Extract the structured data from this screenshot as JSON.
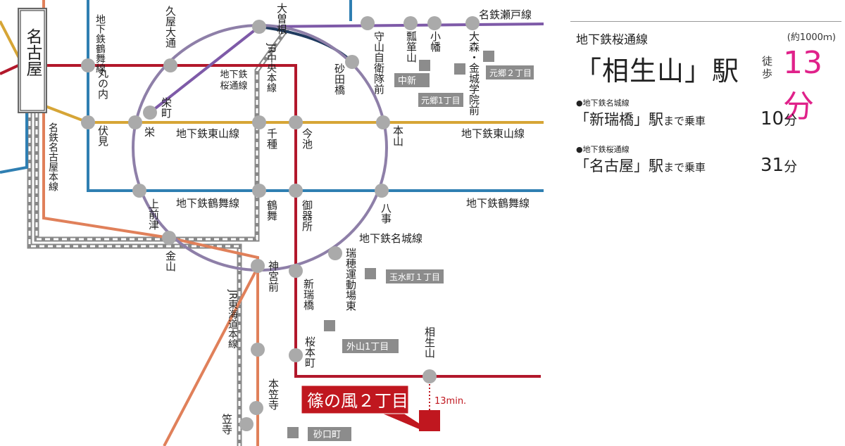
{
  "colors": {
    "sakuradori": "#b2182b",
    "higashiyama": "#d6a536",
    "tsurumai": "#2f7fb2",
    "meijo": "#8e7fa8",
    "kamiiida": "#1f3a5f",
    "meitetsu_seto": "#7e5aa8",
    "meitetsu_nagoya": "#e0805a",
    "jr": "#888888",
    "accent": "#e0218a",
    "highlight": "#c0171f",
    "station": "#aaaaaa"
  },
  "map": {
    "nagoya_box": "名古屋",
    "lines": {
      "meitetsu_seto": "名鉄瀬戸線",
      "higashiyama_right": "地下鉄東山線",
      "higashiyama_mid": "地下鉄東山線",
      "tsurumai_right": "地下鉄鶴舞線",
      "tsurumai_mid": "地下鉄鶴舞線",
      "meijo": "地下鉄名城線",
      "sakuradori": "地下鉄桜通線",
      "tsurumai_v": "地下鉄鶴舞線",
      "jr_chuo": "JR中央本線",
      "meitetsu_nagoya": "名鉄名古屋本線",
      "jr_tokaido": "JR東海道本線"
    },
    "stations": {
      "ozone": "大曽根",
      "hisaya": "久屋大通",
      "marunouchi": "丸の内",
      "fushimi": "伏見",
      "sakae": "栄",
      "sakaemachi": "栄町",
      "sunadabashi": "砂田橋",
      "moriyama": "守山自衛隊前",
      "hyotan": "瓢箪山",
      "obata": "小幡",
      "omori": "大森・金城学院前",
      "chikusa": "千種",
      "imaike": "今池",
      "motoyama": "本山",
      "kamimaezu": "上前津",
      "tsurumai": "鶴舞",
      "gokiso": "御器所",
      "yagoto": "八事",
      "kanayama": "金山",
      "jingu": "神宮前",
      "shinmizuhashi": "新瑞橋",
      "mizuho": "瑞穂運動場東",
      "sakuramoto": "桜本町",
      "aioiyama": "相生山",
      "motokasadera": "本笠寺",
      "kasadera": "笠寺"
    },
    "places": {
      "nakamise": "中新",
      "motogo1": "元郷1丁目",
      "motogo2": "元郷２丁目",
      "tamamizu": "玉水町１丁目",
      "toyama": "外山1丁目",
      "sunaguchi": "砂口町"
    },
    "property_label": "篠の風２丁目",
    "walk_time": "13min."
  },
  "info": {
    "line": "地下鉄桜通線",
    "distance": "(約1000ｍ)",
    "station": "「相生山」駅",
    "walk_label": "徒歩",
    "walk_minutes": "13分",
    "routes": [
      {
        "line": "●地下鉄名城線",
        "station": "「新瑞橋」駅",
        "suffix": "まで乗車",
        "time_num": "10",
        "time_unit": "分"
      },
      {
        "line": "●地下鉄桜通線",
        "station": "「名古屋」駅",
        "suffix": "まで乗車",
        "time_num": "31",
        "time_unit": "分"
      }
    ]
  }
}
